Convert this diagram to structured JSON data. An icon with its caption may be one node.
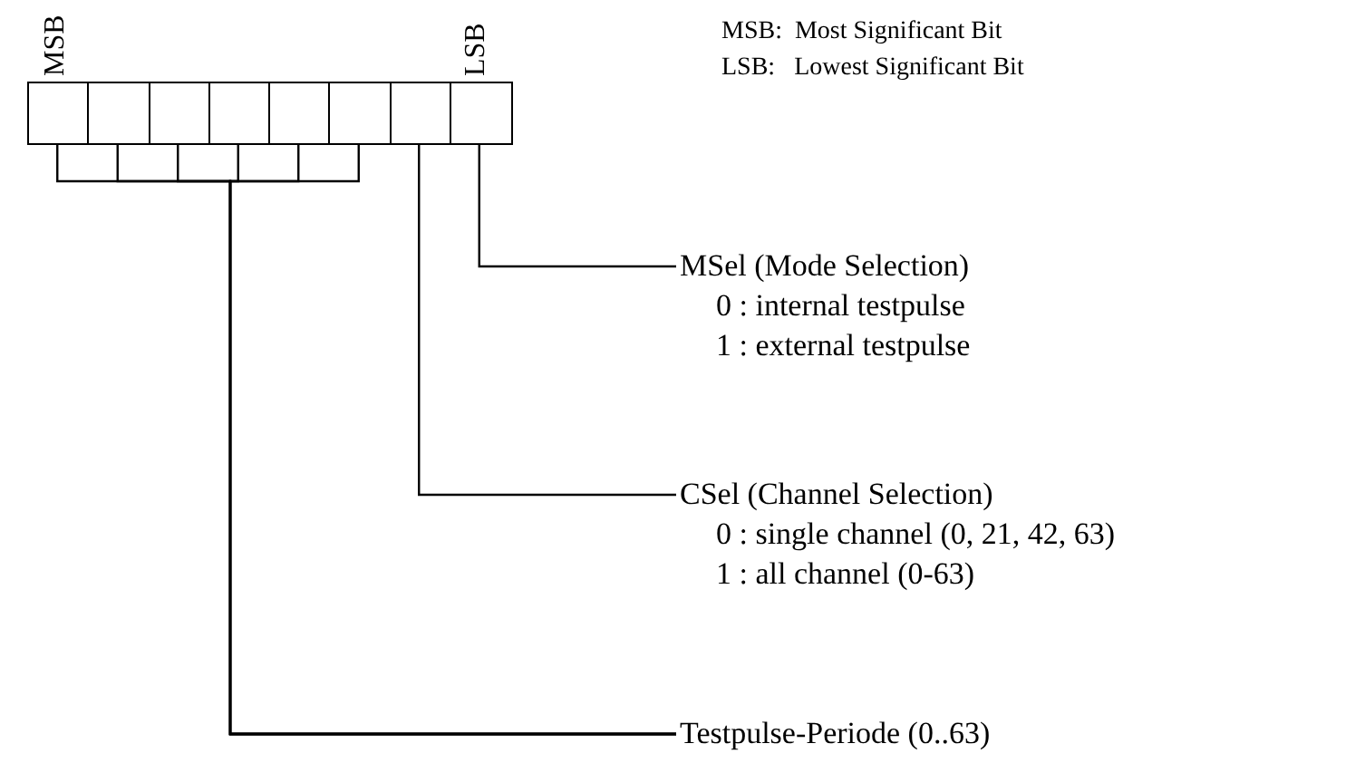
{
  "diagram": {
    "nodes": [
      {
        "text": [],
        "shape": "box"
      },
      {
        "text": [],
        "shape": "box"
      },
      {
        "text": [],
        "shape": "box"
      },
      {
        "text": [],
        "shape": "box"
      },
      {
        "text": [],
        "shape": "box"
      },
      {
        "text": [],
        "shape": "box"
      },
      {
        "text": [],
        "shape": "box"
      },
      {
        "text": [],
        "shape": "box"
      },
      {
        "text": [
          "MSel (Mode Selection)",
          "0 : internal testpulse",
          "1 : external testpulse"
        ]
      },
      {
        "text": [
          "CSel (Channel Selection)",
          "0 : single channel (0, 21, 42, 63)",
          "1 : all channel (0-63)"
        ]
      },
      {
        "text": [
          "Testpulse-Periode (0..63)"
        ]
      }
    ],
    "edges": [
      {
        "from": 0,
        "to": 10,
        "arrow": "none"
      },
      {
        "from": 1,
        "to": 10,
        "arrow": "none"
      },
      {
        "from": 2,
        "to": 10,
        "arrow": "none"
      },
      {
        "from": 3,
        "to": 10,
        "arrow": "none"
      },
      {
        "from": 4,
        "to": 10,
        "arrow": "none"
      },
      {
        "from": 5,
        "to": 10,
        "arrow": "none"
      },
      {
        "from": 6,
        "to": 9,
        "arrow": "none"
      },
      {
        "from": 7,
        "to": 8,
        "arrow": "none"
      }
    ],
    "labels": [
      "MSB",
      "LSB",
      "MSB:  Most Significant Bit",
      "LSB:   Lowest Significant Bit"
    ]
  }
}
